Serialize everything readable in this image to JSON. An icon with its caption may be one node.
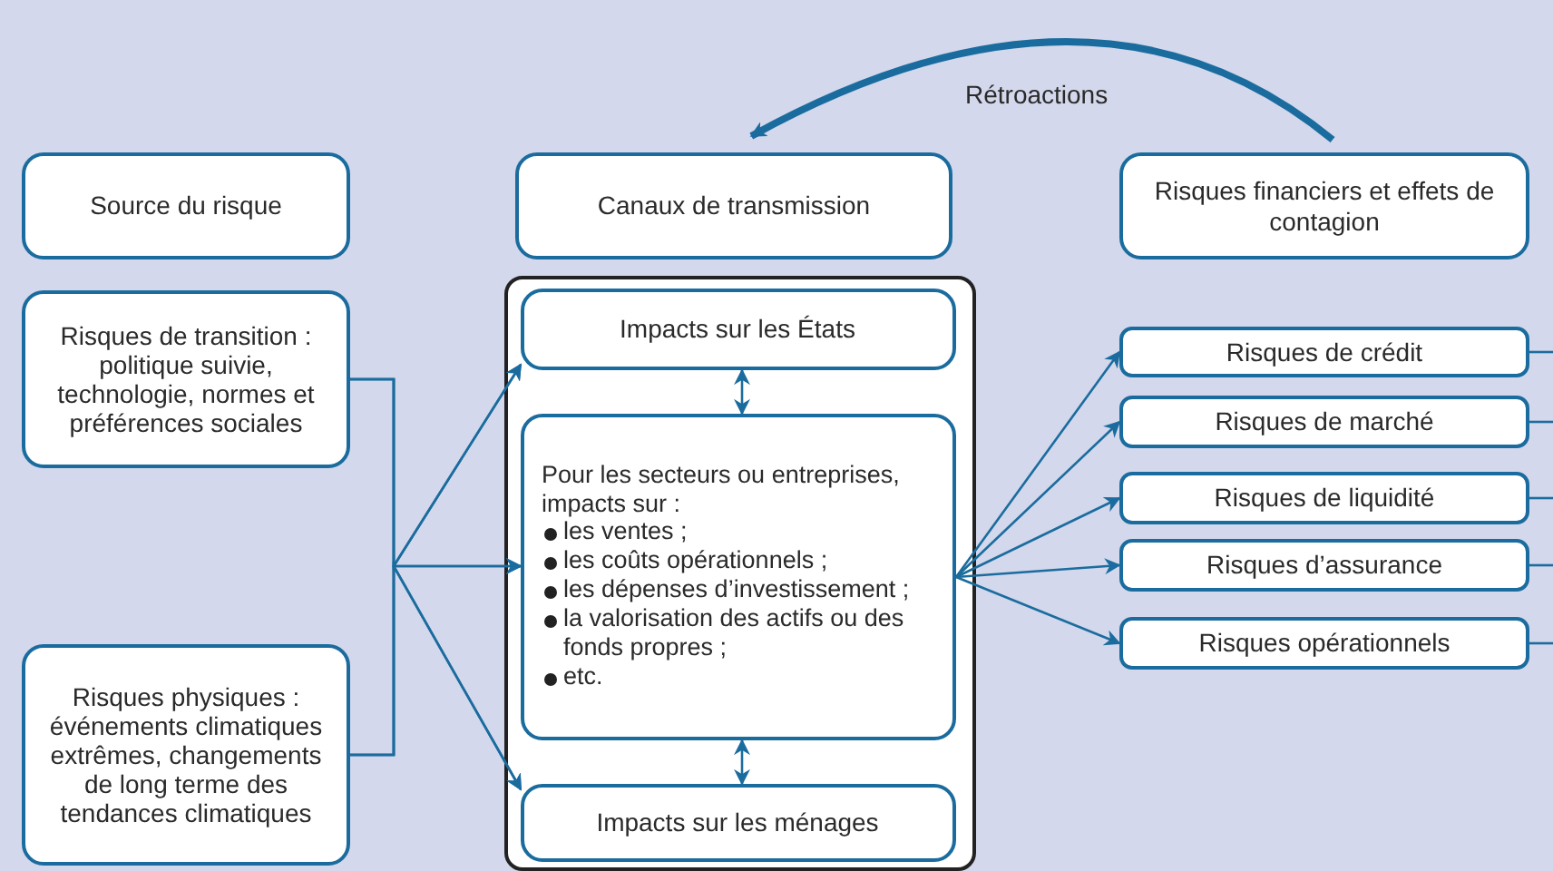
{
  "diagram": {
    "nodes": [
      {
        "text": [
          "Source du risque"
        ]
      },
      {
        "text": [
          "Canaux de transmission"
        ]
      },
      {
        "text": [
          "Risques financiers et effets de contagion"
        ]
      },
      {
        "text": [
          "Risques de transition : politique suivie, technologie, normes et préférences sociales"
        ]
      },
      {
        "text": [
          "Risques physiques : événements climatiques extrêmes, changements de long terme des tendances climatiques"
        ]
      },
      {
        "text": [],
        "shape": "box"
      },
      {
        "text": [
          "Impacts sur les États"
        ],
        "in": 5
      },
      {
        "text": [
          "Pour les secteurs ou entreprises, impacts sur :",
          "les ventes ;",
          "les coûts opérationnels ;",
          "les dépenses d’investissement ;",
          "la valorisation des actifs ou des fonds propres ;",
          "etc."
        ],
        "in": 5
      },
      {
        "text": [
          "Impacts sur les ménages"
        ],
        "in": 5
      },
      {
        "text": [
          "Risques de crédit"
        ]
      },
      {
        "text": [
          "Risques de marché"
        ]
      },
      {
        "text": [
          "Risques de liquidité"
        ]
      },
      {
        "text": [
          "Risques d’assurance"
        ]
      },
      {
        "text": [
          "Risques opérationnels"
        ]
      }
    ],
    "edges": [
      {
        "from": 3,
        "to": 6,
        "arrow": "to"
      },
      {
        "from": 3,
        "to": 7,
        "arrow": "to"
      },
      {
        "from": 3,
        "to": 8,
        "arrow": "to"
      },
      {
        "from": 4,
        "to": 6,
        "arrow": "to"
      },
      {
        "from": 4,
        "to": 7,
        "arrow": "to"
      },
      {
        "from": 4,
        "to": 8,
        "arrow": "to"
      },
      {
        "from": 6,
        "to": 7,
        "arrow": "both"
      },
      {
        "from": 7,
        "to": 8,
        "arrow": "both"
      },
      {
        "from": 7,
        "to": 9,
        "arrow": "to"
      },
      {
        "from": 7,
        "to": 10,
        "arrow": "to"
      },
      {
        "from": 7,
        "to": 11,
        "arrow": "to"
      },
      {
        "from": 7,
        "to": 12,
        "arrow": "to"
      },
      {
        "from": 7,
        "to": 13,
        "arrow": "to"
      },
      {
        "from": 9,
        "to": null,
        "arrow": "none"
      },
      {
        "from": 10,
        "to": null,
        "arrow": "none"
      },
      {
        "from": 11,
        "to": null,
        "arrow": "none"
      },
      {
        "from": 12,
        "to": null,
        "arrow": "none"
      },
      {
        "from": 13,
        "to": null,
        "arrow": "none"
      },
      {
        "from": 2,
        "to": 1,
        "arrow": "to",
        "label": "Rétroactions",
        "style": "thick"
      }
    ]
  }
}
